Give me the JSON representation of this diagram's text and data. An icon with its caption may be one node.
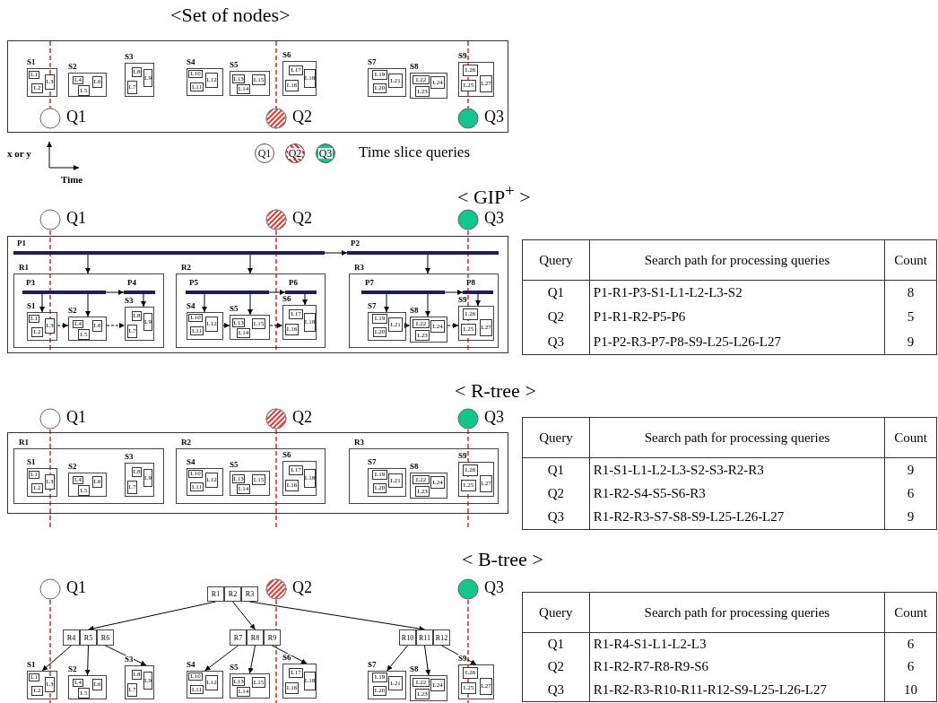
{
  "diagram": {
    "nodes": [
      {
        "text": [],
        "shape": "box"
      },
      {
        "text": [
          "S1"
        ],
        "in": 0
      },
      {
        "text": [
          "L1"
        ],
        "in": 1
      },
      {
        "text": [
          "L2"
        ],
        "in": 1
      },
      {
        "text": [
          "L3"
        ],
        "in": 1
      },
      {
        "text": [
          "S2"
        ],
        "in": 0
      },
      {
        "text": [
          "L4"
        ],
        "in": 5
      },
      {
        "text": [
          "L5"
        ],
        "in": 5
      },
      {
        "text": [
          "L6"
        ],
        "in": 5
      },
      {
        "text": [
          "S3"
        ],
        "in": 0
      },
      {
        "text": [
          "L7"
        ],
        "in": 9
      },
      {
        "text": [
          "L8"
        ],
        "in": 9
      },
      {
        "text": [
          "L9"
        ],
        "in": 9
      },
      {
        "text": [
          "S4"
        ],
        "in": 0
      },
      {
        "text": [
          "L10"
        ],
        "in": 13
      },
      {
        "text": [
          "L11"
        ],
        "in": 13
      },
      {
        "text": [
          "L12"
        ],
        "in": 13
      },
      {
        "text": [
          "S5"
        ],
        "in": 0
      },
      {
        "text": [
          "L13"
        ],
        "in": 17
      },
      {
        "text": [
          "L14"
        ],
        "in": 17
      },
      {
        "text": [
          "L15"
        ],
        "in": 17
      },
      {
        "text": [
          "S6"
        ],
        "in": 0
      },
      {
        "text": [
          "L16"
        ],
        "in": 21
      },
      {
        "text": [
          "L17"
        ],
        "in": 21
      },
      {
        "text": [
          "L18"
        ],
        "in": 21
      },
      {
        "text": [
          "S7"
        ],
        "in": 0
      },
      {
        "text": [
          "L19"
        ],
        "in": 25
      },
      {
        "text": [
          "L20"
        ],
        "in": 25
      },
      {
        "text": [
          "L21"
        ],
        "in": 25
      },
      {
        "text": [
          "S8"
        ],
        "in": 0
      },
      {
        "text": [
          "L22"
        ],
        "in": 29
      },
      {
        "text": [
          "L23"
        ],
        "in": 29
      },
      {
        "text": [
          "L24"
        ],
        "in": 29
      },
      {
        "text": [
          "S9"
        ],
        "in": 0
      },
      {
        "text": [
          "L25"
        ],
        "in": 33
      },
      {
        "text": [
          "L26"
        ],
        "in": 33
      },
      {
        "text": [
          "L27"
        ],
        "in": 33
      },
      {
        "text": [
          "Q1"
        ]
      },
      {
        "text": [
          "Q2"
        ]
      },
      {
        "text": [
          "Q3"
        ]
      },
      {
        "text": [],
        "shape": "box"
      },
      {
        "text": [
          "P1"
        ],
        "in": 40
      },
      {
        "text": [
          "P2"
        ],
        "in": 40
      },
      {
        "text": [
          "R1"
        ],
        "in": 40
      },
      {
        "text": [
          "P3"
        ],
        "in": 43
      },
      {
        "text": [
          "P4"
        ],
        "in": 43
      },
      {
        "text": [
          "S1"
        ],
        "in": 43
      },
      {
        "text": [
          "L1"
        ],
        "in": 46
      },
      {
        "text": [
          "L2"
        ],
        "in": 46
      },
      {
        "text": [
          "L3"
        ],
        "in": 46
      },
      {
        "text": [
          "S2"
        ],
        "in": 43
      },
      {
        "text": [
          "L4"
        ],
        "in": 50
      },
      {
        "text": [
          "L5"
        ],
        "in": 50
      },
      {
        "text": [
          "L6"
        ],
        "in": 50
      },
      {
        "text": [
          "S3"
        ],
        "in": 43
      },
      {
        "text": [
          "L7"
        ],
        "in": 54
      },
      {
        "text": [
          "L8"
        ],
        "in": 54
      },
      {
        "text": [
          "L9"
        ],
        "in": 54
      },
      {
        "text": [
          "R2"
        ],
        "in": 40
      },
      {
        "text": [
          "P5"
        ],
        "in": 58
      },
      {
        "text": [
          "P6"
        ],
        "in": 58
      },
      {
        "text": [
          "S4"
        ],
        "in": 58
      },
      {
        "text": [
          "L10"
        ],
        "in": 61
      },
      {
        "text": [
          "L11"
        ],
        "in": 61
      },
      {
        "text": [
          "L12"
        ],
        "in": 61
      },
      {
        "text": [
          "S5"
        ],
        "in": 58
      },
      {
        "text": [
          "L13"
        ],
        "in": 65
      },
      {
        "text": [
          "L14"
        ],
        "in": 65
      },
      {
        "text": [
          "L15"
        ],
        "in": 65
      },
      {
        "text": [
          "S6"
        ],
        "in": 58
      },
      {
        "text": [
          "L16"
        ],
        "in": 69
      },
      {
        "text": [
          "L17"
        ],
        "in": 69
      },
      {
        "text": [
          "L18"
        ],
        "in": 69
      },
      {
        "text": [
          "R3"
        ],
        "in": 40
      },
      {
        "text": [
          "P7"
        ],
        "in": 73
      },
      {
        "text": [
          "P8"
        ],
        "in": 73
      },
      {
        "text": [
          "S7"
        ],
        "in": 73
      },
      {
        "text": [
          "L19"
        ],
        "in": 76
      },
      {
        "text": [
          "L20"
        ],
        "in": 76
      },
      {
        "text": [
          "L21"
        ],
        "in": 76
      },
      {
        "text": [
          "S8"
        ],
        "in": 73
      },
      {
        "text": [
          "L22"
        ],
        "in": 80
      },
      {
        "text": [
          "L23"
        ],
        "in": 80
      },
      {
        "text": [
          "L24"
        ],
        "in": 80
      },
      {
        "text": [
          "S9"
        ],
        "in": 73
      },
      {
        "text": [
          "L25"
        ],
        "in": 84
      },
      {
        "text": [
          "L26"
        ],
        "in": 84
      },
      {
        "text": [
          "L27"
        ],
        "in": 84
      },
      {
        "text": [],
        "shape": "box"
      },
      {
        "text": [
          "R1"
        ],
        "in": 88
      },
      {
        "text": [
          "S1"
        ],
        "in": 89
      },
      {
        "text": [
          "L1"
        ],
        "in": 90
      },
      {
        "text": [
          "L2"
        ],
        "in": 90
      },
      {
        "text": [
          "L3"
        ],
        "in": 90
      },
      {
        "text": [
          "S2"
        ],
        "in": 89
      },
      {
        "text": [
          "L4"
        ],
        "in": 94
      },
      {
        "text": [
          "L5"
        ],
        "in": 94
      },
      {
        "text": [
          "L6"
        ],
        "in": 94
      },
      {
        "text": [
          "S3"
        ],
        "in": 89
      },
      {
        "text": [
          "L7"
        ],
        "in": 98
      },
      {
        "text": [
          "L8"
        ],
        "in": 98
      },
      {
        "text": [
          "L9"
        ],
        "in": 98
      },
      {
        "text": [
          "R2"
        ],
        "in": 88
      },
      {
        "text": [
          "S4"
        ],
        "in": 102
      },
      {
        "text": [
          "L10"
        ],
        "in": 103
      },
      {
        "text": [
          "L11"
        ],
        "in": 103
      },
      {
        "text": [
          "L12"
        ],
        "in": 103
      },
      {
        "text": [
          "S5"
        ],
        "in": 102
      },
      {
        "text": [
          "L13"
        ],
        "in": 107
      },
      {
        "text": [
          "L14"
        ],
        "in": 107
      },
      {
        "text": [
          "L15"
        ],
        "in": 107
      },
      {
        "text": [
          "S6"
        ],
        "in": 102
      },
      {
        "text": [
          "L16"
        ],
        "in": 111
      },
      {
        "text": [
          "L17"
        ],
        "in": 111
      },
      {
        "text": [
          "L18"
        ],
        "in": 111
      },
      {
        "text": [
          "R3"
        ],
        "in": 88
      },
      {
        "text": [
          "S7"
        ],
        "in": 115
      },
      {
        "text": [
          "L19"
        ],
        "in": 116
      },
      {
        "text": [
          "L20"
        ],
        "in": 116
      },
      {
        "text": [
          "L21"
        ],
        "in": 116
      },
      {
        "text": [
          "S8"
        ],
        "in": 115
      },
      {
        "text": [
          "L22"
        ],
        "in": 120
      },
      {
        "text": [
          "L23"
        ],
        "in": 120
      },
      {
        "text": [
          "L24"
        ],
        "in": 120
      },
      {
        "text": [
          "S9"
        ],
        "in": 115
      },
      {
        "text": [
          "L25"
        ],
        "in": 124
      },
      {
        "text": [
          "L26"
        ],
        "in": 124
      },
      {
        "text": [
          "L27"
        ],
        "in": 124
      },
      {
        "text": [
          "R1"
        ]
      },
      {
        "text": [
          "R2"
        ]
      },
      {
        "text": [
          "R3"
        ]
      },
      {
        "text": [
          "R4"
        ]
      },
      {
        "text": [
          "R5"
        ]
      },
      {
        "text": [
          "R6"
        ]
      },
      {
        "text": [
          "R7"
        ]
      },
      {
        "text": [
          "R8"
        ]
      },
      {
        "text": [
          "R9"
        ]
      },
      {
        "text": [
          "R10"
        ]
      },
      {
        "text": [
          "R11"
        ]
      },
      {
        "text": [
          "R12"
        ]
      },
      {
        "text": [
          "S1"
        ]
      },
      {
        "text": [
          "L1"
        ],
        "in": 140
      },
      {
        "text": [
          "L2"
        ],
        "in": 140
      },
      {
        "text": [
          "L3"
        ],
        "in": 140
      },
      {
        "text": [
          "S2"
        ]
      },
      {
        "text": [
          "L4"
        ],
        "in": 144
      },
      {
        "text": [
          "L5"
        ],
        "in": 144
      },
      {
        "text": [
          "L6"
        ],
        "in": 144
      },
      {
        "text": [
          "S3"
        ]
      },
      {
        "text": [
          "L7"
        ],
        "in": 148
      },
      {
        "text": [
          "L8"
        ],
        "in": 148
      },
      {
        "text": [
          "L9"
        ],
        "in": 148
      },
      {
        "text": [
          "S4"
        ]
      },
      {
        "text": [
          "L10"
        ],
        "in": 152
      },
      {
        "text": [
          "L11"
        ],
        "in": 152
      },
      {
        "text": [
          "L12"
        ],
        "in": 152
      },
      {
        "text": [
          "S5"
        ]
      },
      {
        "text": [
          "L13"
        ],
        "in": 156
      },
      {
        "text": [
          "L14"
        ],
        "in": 156
      },
      {
        "text": [
          "L15"
        ],
        "in": 156
      },
      {
        "text": [
          "S6"
        ]
      },
      {
        "text": [
          "L16"
        ],
        "in": 160
      },
      {
        "text": [
          "L17"
        ],
        "in": 160
      },
      {
        "text": [
          "L18"
        ],
        "in": 160
      },
      {
        "text": [
          "S7"
        ]
      },
      {
        "text": [
          "L19"
        ],
        "in": 164
      },
      {
        "text": [
          "L20"
        ],
        "in": 164
      },
      {
        "text": [
          "L21"
        ],
        "in": 164
      },
      {
        "text": [
          "S8"
        ]
      },
      {
        "text": [
          "L22"
        ],
        "in": 168
      },
      {
        "text": [
          "L23"
        ],
        "in": 168
      },
      {
        "text": [
          "L24"
        ],
        "in": 168
      },
      {
        "text": [
          "S9"
        ]
      },
      {
        "text": [
          "L25"
        ],
        "in": 172
      },
      {
        "text": [
          "L26"
        ],
        "in": 172
      },
      {
        "text": [
          "L27"
        ],
        "in": 172
      }
    ],
    "edges": [
      {
        "from": 41,
        "to": 43,
        "arrow": "to"
      },
      {
        "from": 41,
        "to": 58,
        "arrow": "to"
      },
      {
        "from": 41,
        "to": 42,
        "arrow": "to"
      },
      {
        "from": 42,
        "to": 73,
        "arrow": "to"
      },
      {
        "from": 44,
        "to": 46,
        "arrow": "to"
      },
      {
        "from": 44,
        "to": 50,
        "arrow": "to"
      },
      {
        "from": 44,
        "to": 45,
        "arrow": "to"
      },
      {
        "from": 45,
        "to": 54,
        "arrow": "to"
      },
      {
        "from": 46,
        "to": 50,
        "arrow": "to",
        "style": "dashed"
      },
      {
        "from": 50,
        "to": 54,
        "arrow": "to",
        "style": "dashed"
      },
      {
        "from": 59,
        "to": 61,
        "arrow": "to"
      },
      {
        "from": 59,
        "to": 65,
        "arrow": "to"
      },
      {
        "from": 59,
        "to": 60,
        "arrow": "to"
      },
      {
        "from": 60,
        "to": 69,
        "arrow": "to"
      },
      {
        "from": 61,
        "to": 65,
        "arrow": "to",
        "style": "dashed"
      },
      {
        "from": 65,
        "to": 69,
        "arrow": "to",
        "style": "dashed"
      },
      {
        "from": 74,
        "to": 76,
        "arrow": "to"
      },
      {
        "from": 74,
        "to": 80,
        "arrow": "to"
      },
      {
        "from": 74,
        "to": 75,
        "arrow": "to"
      },
      {
        "from": 75,
        "to": 84,
        "arrow": "to"
      },
      {
        "from": 76,
        "to": 80,
        "arrow": "to",
        "style": "dashed"
      },
      {
        "from": 80,
        "to": 84,
        "arrow": "to",
        "style": "dashed"
      },
      {
        "from": 128,
        "to": 132,
        "arrow": "to"
      },
      {
        "from": 129,
        "to": 135,
        "arrow": "to"
      },
      {
        "from": 130,
        "to": 138,
        "arrow": "to"
      },
      {
        "from": 131,
        "to": 140,
        "arrow": "to"
      },
      {
        "from": 132,
        "to": 144,
        "arrow": "to"
      },
      {
        "from": 133,
        "to": 148,
        "arrow": "to"
      },
      {
        "from": 134,
        "to": 152,
        "arrow": "to"
      },
      {
        "from": 135,
        "to": 156,
        "arrow": "to"
      },
      {
        "from": 136,
        "to": 160,
        "arrow": "to"
      },
      {
        "from": 137,
        "to": 164,
        "arrow": "to"
      },
      {
        "from": 138,
        "to": 168,
        "arrow": "to"
      },
      {
        "from": 139,
        "to": 172,
        "arrow": "to"
      }
    ],
    "labels": [
      "<Set of nodes>",
      "Q1",
      "Q2",
      "Q3",
      "x or y",
      "Time",
      "Time slice queries",
      "< GIP$^{+}$ >",
      "Q1",
      "Q2",
      "Q3",
      "Query",
      "Search path for processing queries",
      "Count",
      "Q1",
      "P1-R1-P3-S1-L1-L2-L3-S2",
      "8",
      "Q2",
      "P1-R1-R2-P5-P6",
      "5",
      "Q3",
      "P1-P2-R3-P7-P8-S9-L25-L26-L27",
      "9",
      "< R-tree >",
      "Q1",
      "Q2",
      "Q3",
      "Query",
      "Search path for processing queries",
      "Count",
      "Q1",
      "R1-S1-L1-L2-L3-S2-S3-R2-R3",
      "9",
      "Q2",
      "R1-R2-S4-S5-S6-R3",
      "6",
      "Q3",
      "R1-R2-R3-S7-S8-S9-L25-L26-L27",
      "9",
      "< B-tree >",
      "Q1",
      "Q2",
      "Q3",
      "Query",
      "Search path for processing queries",
      "Count",
      "Q1",
      "R1-R4-S1-L1-L2-L3",
      "6",
      "Q2",
      "R1-R2-R7-R8-R9-S6",
      "6",
      "Q3",
      "R1-R2-R3-R10-R11-R12-S9-L25-L26-L27",
      "10"
    ]
  }
}
